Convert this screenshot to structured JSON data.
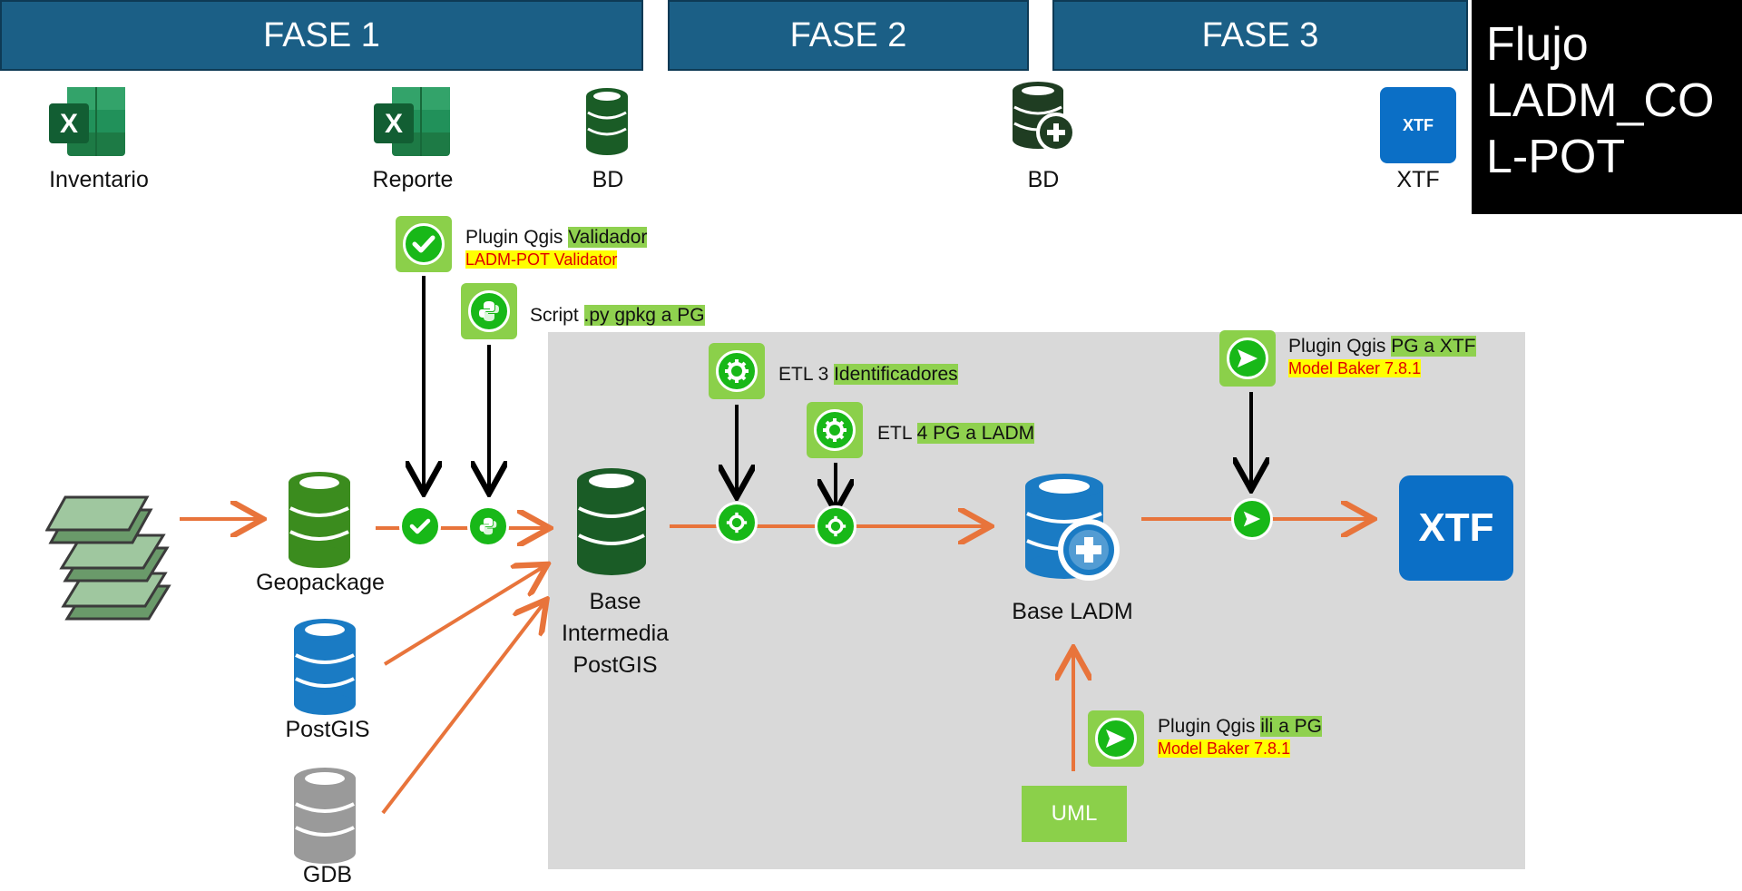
{
  "phases": {
    "fase1": "FASE 1",
    "fase2": "FASE 2",
    "fase3": "FASE 3"
  },
  "title": {
    "line1": "Flujo",
    "line2": "LADM_CO",
    "line3": "L-POT"
  },
  "top_icons": {
    "inventario": "Inventario",
    "reporte": "Reporte",
    "bd1": "BD",
    "bd2": "BD",
    "xtf": "XTF",
    "xtf_glyph": "XTF"
  },
  "tools": {
    "validador": {
      "prefix": "Plugin Qgis ",
      "highlight": "Validador",
      "sub": "LADM-POT Validator"
    },
    "script": {
      "prefix": "Script ",
      "highlight": ".py gpkg a PG"
    },
    "etl3": {
      "prefix": "ETL 3 ",
      "highlight": "Identificadores"
    },
    "etl4": {
      "prefix": "ETL ",
      "highlight": "4 PG a LADM"
    },
    "pg_xtf": {
      "prefix": "Plugin Qgis ",
      "highlight": "PG a XTF",
      "sub": "Model Baker 7.8.1"
    },
    "ili_pg": {
      "prefix": "Plugin Qgis ",
      "highlight": "ili a PG",
      "sub": "Model Baker 7.8.1"
    }
  },
  "nodes": {
    "geopackage": "Geopackage",
    "postgis": "PostGIS",
    "gdb": "GDB",
    "base_intermedia": [
      "Base",
      "Intermedia",
      "PostGIS"
    ],
    "base_ladm": "Base LADM",
    "xtf": "XTF",
    "uml": "UML"
  },
  "colors": {
    "phase_bg": "#1b5f86",
    "arrow_orange": "#e8743b",
    "tool_green": "#8bd04a",
    "circle_green": "#18b818",
    "xtf_blue": "#0b6fc6",
    "db_darkgreen": "#1a5c26",
    "db_green": "#3b8c1e",
    "db_blue": "#1a7bc4",
    "db_gray": "#9a9a9a",
    "panel_gray": "#d9d9d9"
  }
}
